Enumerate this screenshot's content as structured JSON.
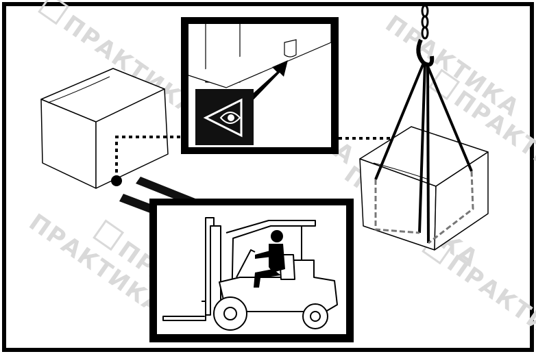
{
  "watermark": {
    "text": "ПРАКТИКА"
  },
  "colors": {
    "ink": "#000000",
    "paper": "#ffffff",
    "watermark": "#d9d9d9",
    "inset_background": "#111111"
  },
  "icons": {
    "inspection_symbol": "eye-in-triangle-icon",
    "pointer": "arrow-up-right-icon"
  },
  "illustration": {
    "items": [
      "crate-on-forks",
      "suspended-crate-on-chain-sling",
      "forklift-with-operator",
      "fork-pocket-closeup"
    ]
  }
}
